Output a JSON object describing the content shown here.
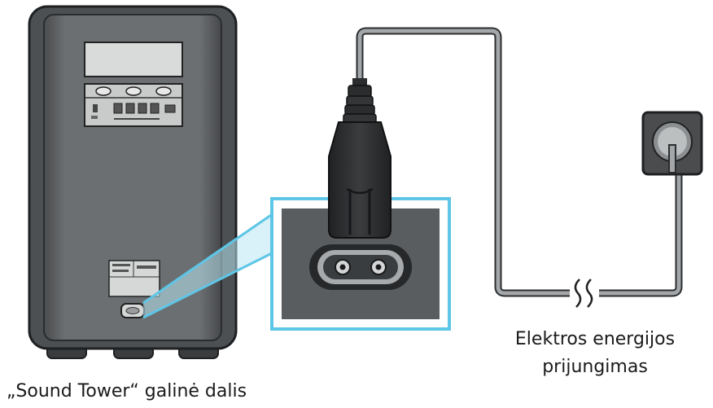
{
  "captions": {
    "tower_back": "„Sound Tower“ galinė dalis",
    "power_line1": "Elektros energijos",
    "power_line2": "prijungimas"
  },
  "colors": {
    "tower_dark": "#3a3c3e",
    "tower_body": "#6f7274",
    "tower_edge": "#2c2e30",
    "panel_light": "#d6d8d8",
    "highlight_blue": "#5ec6e6",
    "socket_frame": "#555759",
    "cable": "#8f9294",
    "plug": "#2d2f31",
    "outlet": "#4a4c4e"
  },
  "icons": {
    "tower": "speaker-tower-back",
    "plug": "power-plug-icon",
    "socket": "figure-8-ac-socket-icon",
    "outlet": "wall-outlet-icon",
    "break": "cable-break-icon"
  }
}
